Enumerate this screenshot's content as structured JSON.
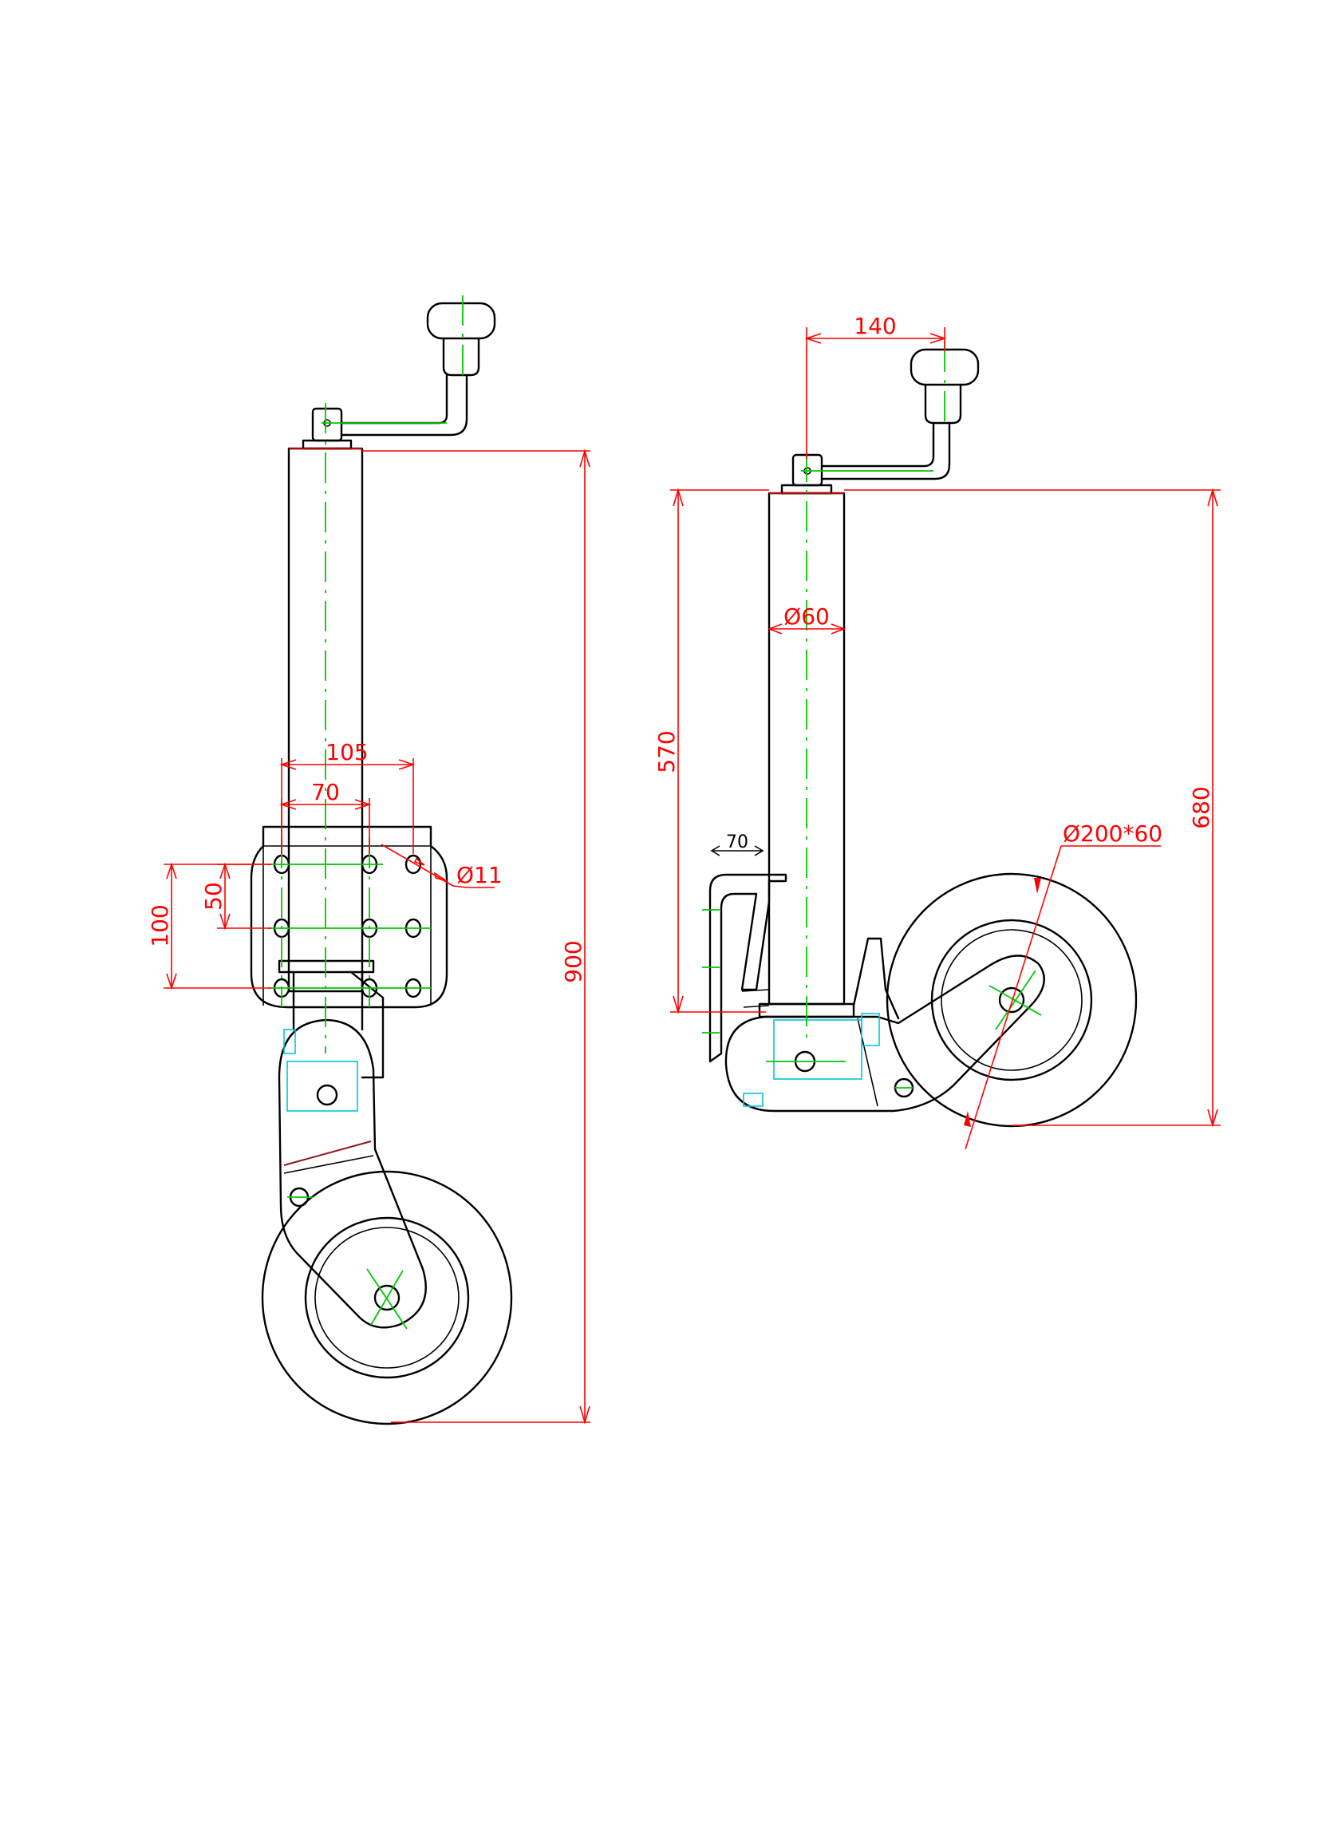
{
  "colors": {
    "outline": "#000000",
    "centerline": "#00c800",
    "dimension": "#ff0000",
    "hidden": "#00c8d2"
  },
  "front_view": {
    "dim_overall_height": "900",
    "dim_hole_span_wide": "105",
    "dim_hole_span_narrow": "70",
    "dim_hole_pitch_small": "50",
    "dim_hole_pitch_large": "100",
    "dim_hole_diameter": "Ø11"
  },
  "side_view": {
    "dim_handle_reach": "140",
    "dim_tube_diameter": "Ø60",
    "dim_bracket_travel": "570",
    "dim_overall_height": "680",
    "dim_bracket_offset": "70",
    "dim_wheel": "Ø200*60"
  }
}
